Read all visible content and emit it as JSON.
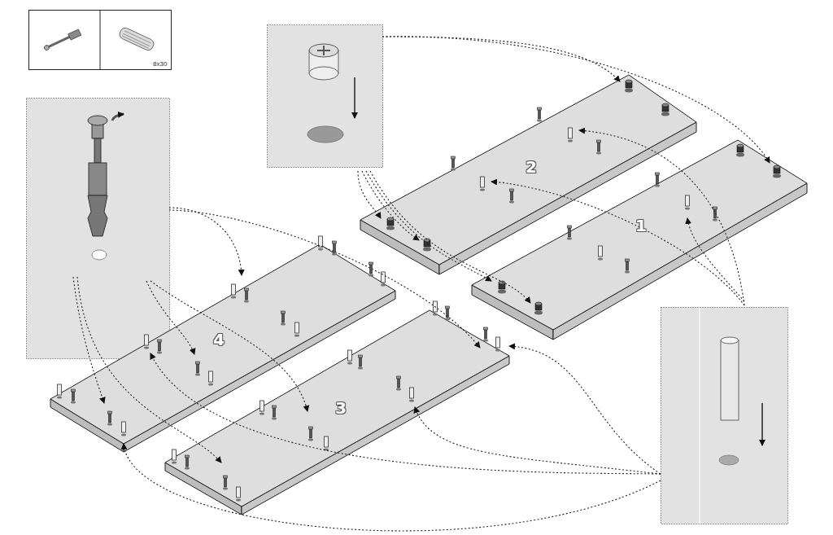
{
  "diagram": {
    "labels": [
      "8x30",
      "2",
      "1",
      "4",
      "3"
    ]
  }
}
